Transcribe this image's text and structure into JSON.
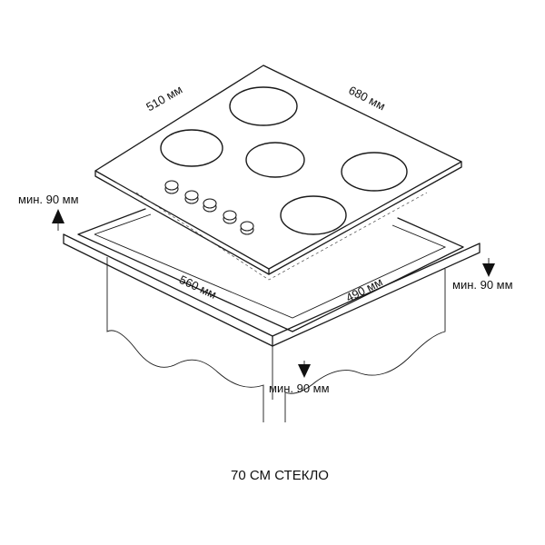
{
  "dimensions": {
    "hob_depth": "510 мм",
    "hob_width": "680 мм",
    "cutout_width": "560 мм",
    "cutout_depth": "490 мм",
    "clearance_left": "мин. 90 мм",
    "clearance_right": "мин. 90 мм",
    "clearance_front": "мин. 90 мм"
  },
  "caption": "70 СМ СТЕКЛО",
  "icons": {
    "burner": "burner-ring-icon",
    "knob": "control-knob-icon",
    "arrow_up": "arrow-up-icon",
    "arrow_down": "arrow-down-icon"
  }
}
